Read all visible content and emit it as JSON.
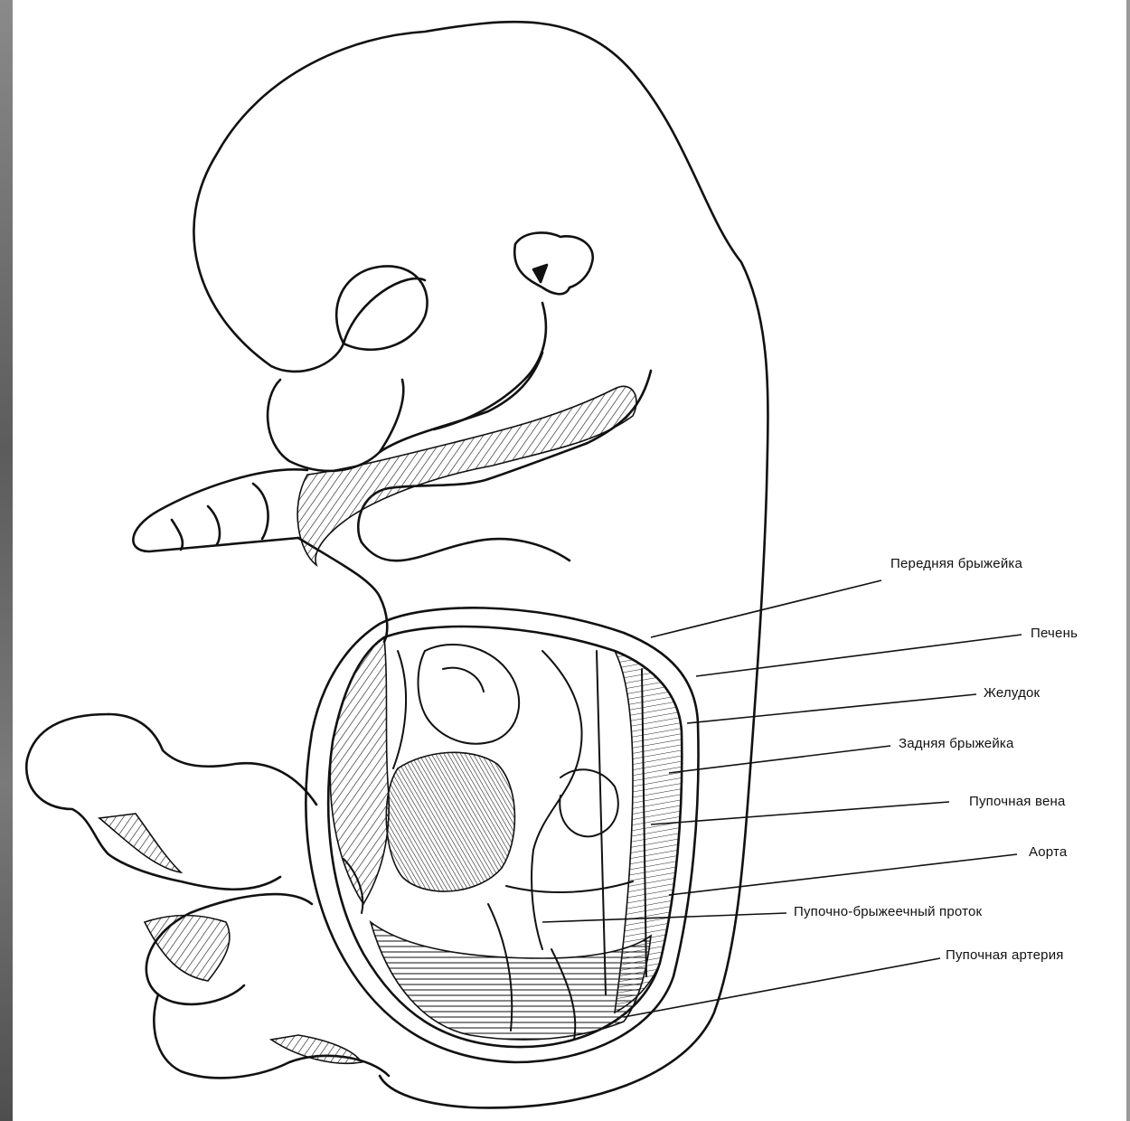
{
  "diagram": {
    "labels": [
      "Передняя брыжейка",
      "Печень",
      "Желудок",
      "Задняя брыжейка",
      "Пупочная вена",
      "Аорта",
      "Пупочно-брыжеечный проток",
      "Пупочная артерия"
    ]
  },
  "colors": {
    "line": "#111111",
    "background": "#ffffff",
    "frame": "#6e6e6e"
  }
}
